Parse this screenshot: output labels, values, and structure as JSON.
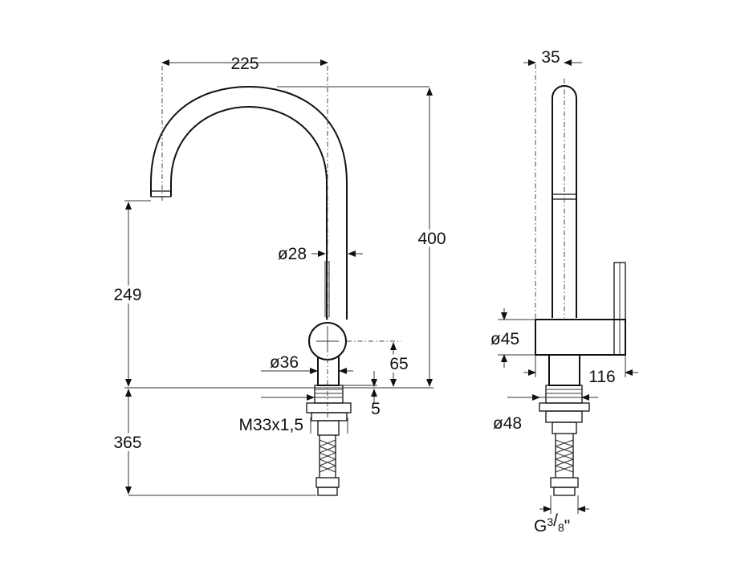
{
  "front_view": {
    "dimensions": {
      "width": "225",
      "total_height": "400",
      "spout_height": "249",
      "below_counter": "365",
      "spout_diameter": "ø28",
      "body_diameter": "ø36",
      "handle_height": "65",
      "counter_gap": "5",
      "thread": "M33x1,5"
    }
  },
  "side_view": {
    "dimensions": {
      "spout_width": "35",
      "handle_diameter": "ø45",
      "handle_reach": "116",
      "base_diameter": "ø48",
      "connection_main": "G",
      "connection_num": "3",
      "connection_den": "8",
      "connection_unit": "\""
    }
  }
}
